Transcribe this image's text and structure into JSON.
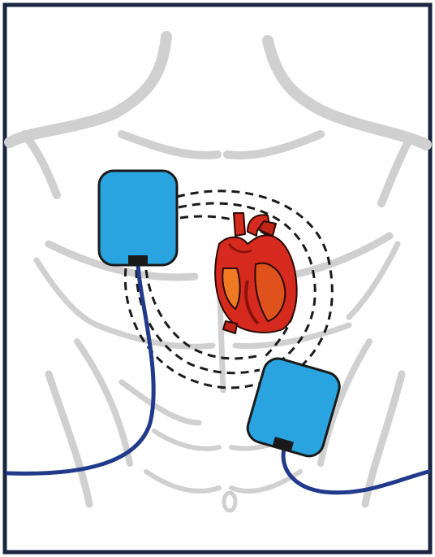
{
  "figure": {
    "colors": {
      "border": "#1b2440",
      "torso": "#d0d0d0",
      "pad": "#2aa4e0",
      "pad_outline": "#1a1a1a",
      "cable": "#223a8c",
      "heart_main": "#d62a1e",
      "heart_dark": "#8a1208",
      "heart_light": "#f07a22",
      "field_lines": "#1a1a1a"
    },
    "icons": [
      "torso-outline",
      "defibrillator-pad",
      "heart",
      "electric-field-lines",
      "cable"
    ]
  }
}
